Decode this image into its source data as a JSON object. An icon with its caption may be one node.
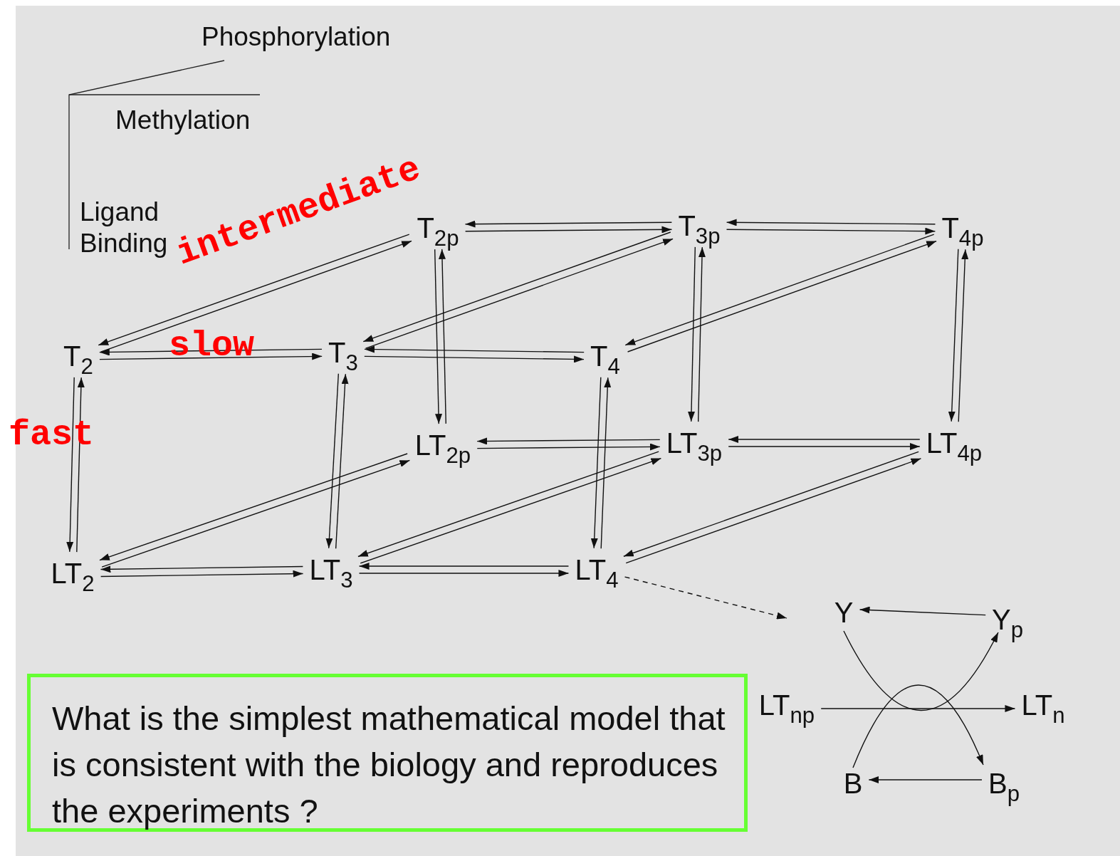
{
  "diagram": {
    "nodes": [
      {
        "text": [
          "T$_{2}$"
        ]
      },
      {
        "text": [
          "T$_{3}$"
        ]
      },
      {
        "text": [
          "T$_{4}$"
        ]
      },
      {
        "text": [
          "T$_{2p}$"
        ]
      },
      {
        "text": [
          "T$_{3p}$"
        ]
      },
      {
        "text": [
          "T$_{4p}$"
        ]
      },
      {
        "text": [
          "LT$_{2}$"
        ]
      },
      {
        "text": [
          "LT$_{3}$"
        ]
      },
      {
        "text": [
          "LT$_{4}$"
        ]
      },
      {
        "text": [
          "LT$_{2p}$"
        ]
      },
      {
        "text": [
          "LT$_{3p}$"
        ]
      },
      {
        "text": [
          "LT$_{4p}$"
        ]
      },
      {
        "text": [
          "Y"
        ]
      },
      {
        "text": [
          "Y$_{p}$"
        ]
      },
      {
        "text": [
          "LT$_{np}$"
        ]
      },
      {
        "text": [
          "LT$_{n}$"
        ]
      },
      {
        "text": [
          "B"
        ]
      },
      {
        "text": [
          "B$_{p}$"
        ]
      },
      {
        "text": [
          "What is the simplest mathematical model that is consistent with the biology and reproduces the experiments ?"
        ]
      }
    ],
    "edges": [
      {
        "from": 0,
        "to": 1,
        "arrow": "to"
      },
      {
        "from": 1,
        "to": 0,
        "arrow": "to"
      },
      {
        "from": 1,
        "to": 2,
        "arrow": "to"
      },
      {
        "from": 2,
        "to": 1,
        "arrow": "to"
      },
      {
        "from": 3,
        "to": 4,
        "arrow": "to"
      },
      {
        "from": 4,
        "to": 3,
        "arrow": "to"
      },
      {
        "from": 4,
        "to": 5,
        "arrow": "to"
      },
      {
        "from": 5,
        "to": 4,
        "arrow": "to"
      },
      {
        "from": 6,
        "to": 7,
        "arrow": "to"
      },
      {
        "from": 7,
        "to": 6,
        "arrow": "to"
      },
      {
        "from": 7,
        "to": 8,
        "arrow": "to"
      },
      {
        "from": 8,
        "to": 7,
        "arrow": "to"
      },
      {
        "from": 9,
        "to": 10,
        "arrow": "to"
      },
      {
        "from": 10,
        "to": 9,
        "arrow": "to"
      },
      {
        "from": 10,
        "to": 11,
        "arrow": "to"
      },
      {
        "from": 11,
        "to": 10,
        "arrow": "to"
      },
      {
        "from": 0,
        "to": 6,
        "arrow": "to"
      },
      {
        "from": 6,
        "to": 0,
        "arrow": "to"
      },
      {
        "from": 1,
        "to": 7,
        "arrow": "to"
      },
      {
        "from": 7,
        "to": 1,
        "arrow": "to"
      },
      {
        "from": 2,
        "to": 8,
        "arrow": "to"
      },
      {
        "from": 8,
        "to": 2,
        "arrow": "to"
      },
      {
        "from": 3,
        "to": 9,
        "arrow": "to"
      },
      {
        "from": 9,
        "to": 3,
        "arrow": "to"
      },
      {
        "from": 4,
        "to": 10,
        "arrow": "to"
      },
      {
        "from": 10,
        "to": 4,
        "arrow": "to"
      },
      {
        "from": 5,
        "to": 11,
        "arrow": "to"
      },
      {
        "from": 11,
        "to": 5,
        "arrow": "to"
      },
      {
        "from": 0,
        "to": 3,
        "arrow": "to"
      },
      {
        "from": 3,
        "to": 0,
        "arrow": "to"
      },
      {
        "from": 1,
        "to": 4,
        "arrow": "to"
      },
      {
        "from": 4,
        "to": 1,
        "arrow": "to"
      },
      {
        "from": 2,
        "to": 5,
        "arrow": "to"
      },
      {
        "from": 5,
        "to": 2,
        "arrow": "to"
      },
      {
        "from": 6,
        "to": 9,
        "arrow": "to"
      },
      {
        "from": 9,
        "to": 6,
        "arrow": "to"
      },
      {
        "from": 7,
        "to": 10,
        "arrow": "to"
      },
      {
        "from": 10,
        "to": 7,
        "arrow": "to"
      },
      {
        "from": 8,
        "to": 11,
        "arrow": "to"
      },
      {
        "from": 11,
        "to": 8,
        "arrow": "to"
      },
      {
        "from": 8,
        "to": null,
        "arrow": "to",
        "style": "dashed"
      },
      {
        "from": 13,
        "to": 12,
        "arrow": "to"
      },
      {
        "from": 17,
        "to": 16,
        "arrow": "to"
      },
      {
        "from": 14,
        "to": 15,
        "arrow": "to"
      },
      {
        "from": 12,
        "to": 13,
        "arrow": "to"
      },
      {
        "from": 16,
        "to": 17,
        "arrow": "to"
      }
    ],
    "labels": [
      "Phosphorylation",
      "Methylation",
      "Ligand Binding",
      "intermediate",
      "slow",
      "fast"
    ]
  }
}
